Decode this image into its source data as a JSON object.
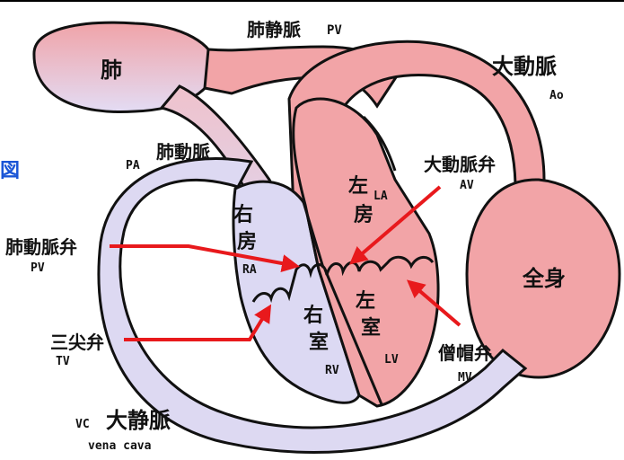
{
  "labels": {
    "lung": "肺",
    "pulmonary_vein_jp": "肺静脈",
    "pulmonary_vein_en": "PV",
    "aorta_jp": "大動脈",
    "aorta_en": "Ao",
    "pulmonary_artery_jp": "肺動脈",
    "pulmonary_artery_en": "PA",
    "aortic_valve_jp": "大動脈弁",
    "aortic_valve_en": "AV",
    "right_atrium_1": "右",
    "right_atrium_2": "房",
    "right_atrium_en": "RA",
    "left_atrium_1": "左",
    "left_atrium_2": "房",
    "left_atrium_en": "LA",
    "pulmonary_valve_jp": "肺動脈弁",
    "pulmonary_valve_en": "PV",
    "body": "全身",
    "tricuspid_valve_jp": "三尖弁",
    "tricuspid_valve_en": "TV",
    "right_ventricle_1": "右",
    "right_ventricle_2": "室",
    "right_ventricle_en": "RV",
    "left_ventricle_1": "左",
    "left_ventricle_2": "室",
    "left_ventricle_en": "LV",
    "mitral_valve_jp": "僧帽弁",
    "mitral_valve_en": "MV",
    "vena_cava_jp": "大静脈",
    "vena_cava_abbr": "VC",
    "vena_cava_en": "vena cava",
    "edge_char": "図"
  },
  "colors": {
    "pink": "#f2a4a7",
    "pink_light": "#f7c9cc",
    "lavender": "#d9d6f2",
    "arrow_red": "#e8191c",
    "outline": "#111111"
  }
}
